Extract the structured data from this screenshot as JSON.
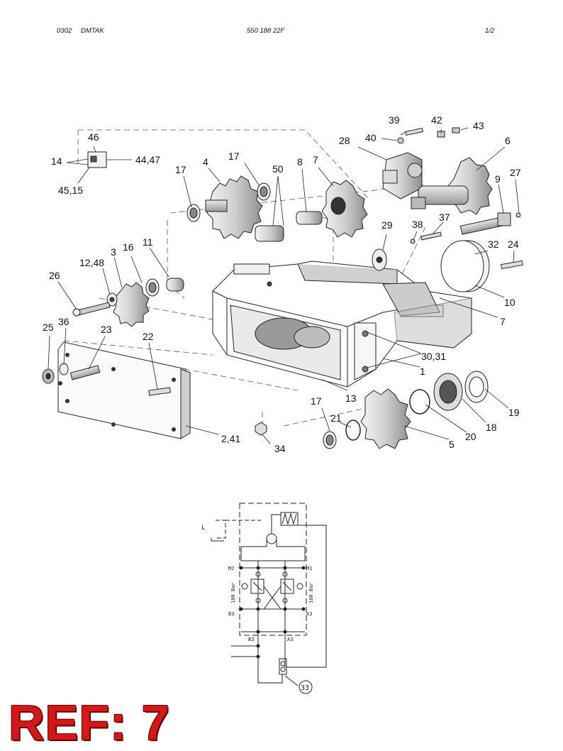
{
  "header": {
    "code": "0302",
    "name": "DMTAK",
    "part_number": "550 188 22F",
    "page": "1/2"
  },
  "callouts": {
    "c39": "39",
    "c42": "42",
    "c43": "43",
    "c40": "40",
    "c28": "28",
    "c6": "6",
    "c46": "46",
    "c14": "14",
    "c4447": "44,47",
    "c4515": "45,15",
    "c17a": "17",
    "c4": "4",
    "c17b": "17",
    "c50": "50",
    "c8": "8",
    "c7a": "7",
    "c27": "27",
    "c9": "9",
    "c37": "37",
    "c38": "38",
    "c29": "29",
    "c32": "32",
    "c24": "24",
    "c16": "16",
    "c11": "11",
    "c1248": "12,48",
    "c3": "3",
    "c26": "26",
    "c10": "10",
    "c7b": "7",
    "c25": "25",
    "c36": "36",
    "c23": "23",
    "c22": "22",
    "c3031": "30,31",
    "c1": "1",
    "c17c": "17",
    "c21": "21",
    "c13": "13",
    "c19": "19",
    "c18": "18",
    "c20": "20",
    "c5": "5",
    "c241": "2,41",
    "c34": "34"
  },
  "schematic": {
    "port_L": "L",
    "port_M2": "M2",
    "port_M1": "M1",
    "pressure_left": "100 Bar",
    "pressure_right": "100 Bar",
    "port_B3_side": "B3",
    "port_A3_side": "A3",
    "port_B3_low": "B3",
    "port_A3_low": "A3",
    "item_33": "33"
  },
  "reference": {
    "label": "REF: 7"
  }
}
